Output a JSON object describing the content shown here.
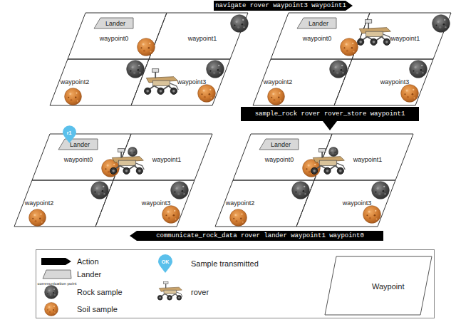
{
  "diagram": {
    "nodes": [
      {
        "text": [
          "navigate rover waypoint3 waypoint1"
        ]
      },
      {
        "text": [
          "waypoint0"
        ]
      },
      {
        "text": [
          "Lander"
        ],
        "in": 1
      },
      {
        "text": [
          "waypoint1"
        ]
      },
      {
        "text": [
          "waypoint2"
        ]
      },
      {
        "text": [
          "waypoint3"
        ]
      },
      {
        "text": [
          "waypoint0"
        ]
      },
      {
        "text": [
          "Lander"
        ],
        "in": 6
      },
      {
        "text": [
          "waypoint1"
        ]
      },
      {
        "text": [
          "waypoint2"
        ]
      },
      {
        "text": [
          "waypoint3"
        ]
      },
      {
        "text": [
          "sample_rock rover rover_store waypoint1"
        ]
      },
      {
        "text": [
          "waypoint0"
        ]
      },
      {
        "text": [
          "Lander"
        ],
        "in": 12
      },
      {
        "text": [
          "waypoint1"
        ]
      },
      {
        "text": [
          "waypoint2"
        ]
      },
      {
        "text": [
          "waypoint3"
        ]
      },
      {
        "text": [
          "waypoint0"
        ]
      },
      {
        "text": [
          "Lander"
        ],
        "in": 17
      },
      {
        "text": [
          "waypoint1"
        ]
      },
      {
        "text": [
          "waypoint2"
        ]
      },
      {
        "text": [
          "waypoint3"
        ]
      },
      {
        "text": [
          "communicate_rock_data rover lander waypoint1 waypoint0"
        ]
      }
    ],
    "labels": [
      "r1",
      "OK",
      "communication point"
    ],
    "legend": [
      {
        "text": "Action"
      },
      {
        "text": "Lander"
      },
      {
        "text": "Rock sample"
      },
      {
        "text": "Soil sample"
      },
      {
        "text": "Sample transmitted"
      },
      {
        "text": "rover"
      },
      {
        "text": "Waypoint"
      }
    ]
  }
}
